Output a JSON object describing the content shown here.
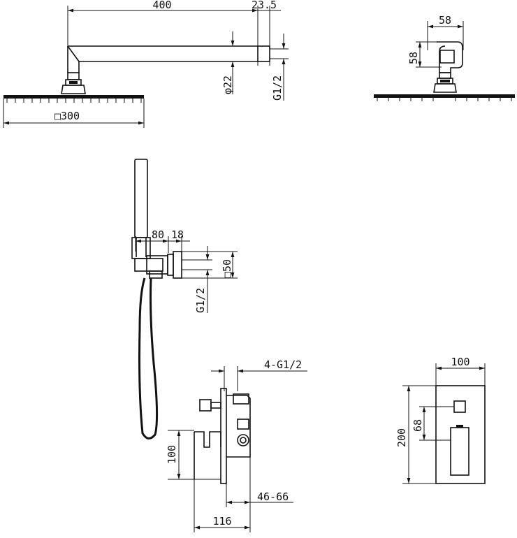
{
  "dimensions": {
    "arm_length": "400",
    "flange_depth": "23.5",
    "arm_diameter": "φ22",
    "arm_thread": "G1/2",
    "head_size": "□300",
    "bracket_width": "58",
    "bracket_height": "58",
    "holder_offset": "80",
    "outlet_depth": "18",
    "outlet_plate": "□50",
    "outlet_thread": "G1/2",
    "valve_ports": "4-G1/2",
    "handle_height": "100",
    "install_depth": "46-66",
    "valve_depth": "116",
    "plate_width": "100",
    "plate_height": "200",
    "button_spacing": "68"
  }
}
